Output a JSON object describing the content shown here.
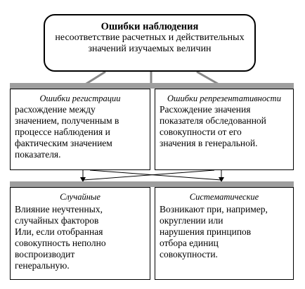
{
  "top": {
    "title": "Ошибки наблюдения",
    "text": "несоответствие расчетных и действительных значений изучаемых величин"
  },
  "registration": {
    "header": "Ошибки регистрации",
    "lines": [
      "расхождение между",
      "значением, полученным в",
      "процессе наблюдения и",
      "фактическим значением",
      "показателя."
    ]
  },
  "representativeness": {
    "header": "Ошибки репрезентативности",
    "lines": [
      "Расхождение значения",
      "показателя обследованной",
      "совокупности от его",
      "значения в генеральной."
    ]
  },
  "random": {
    "header": "Случайные",
    "lines": [
      "Влияние неучтенных,",
      "случайных факторов",
      " Или, если отобранная",
      "совокупность неполно",
      "воспроизводит",
      "генеральную."
    ]
  },
  "systematic": {
    "header": "Систематические",
    "lines": [
      "Возникают при, например,",
      "округлении или",
      "нарушения принципов",
      "отбора единиц",
      "совокупности."
    ]
  }
}
